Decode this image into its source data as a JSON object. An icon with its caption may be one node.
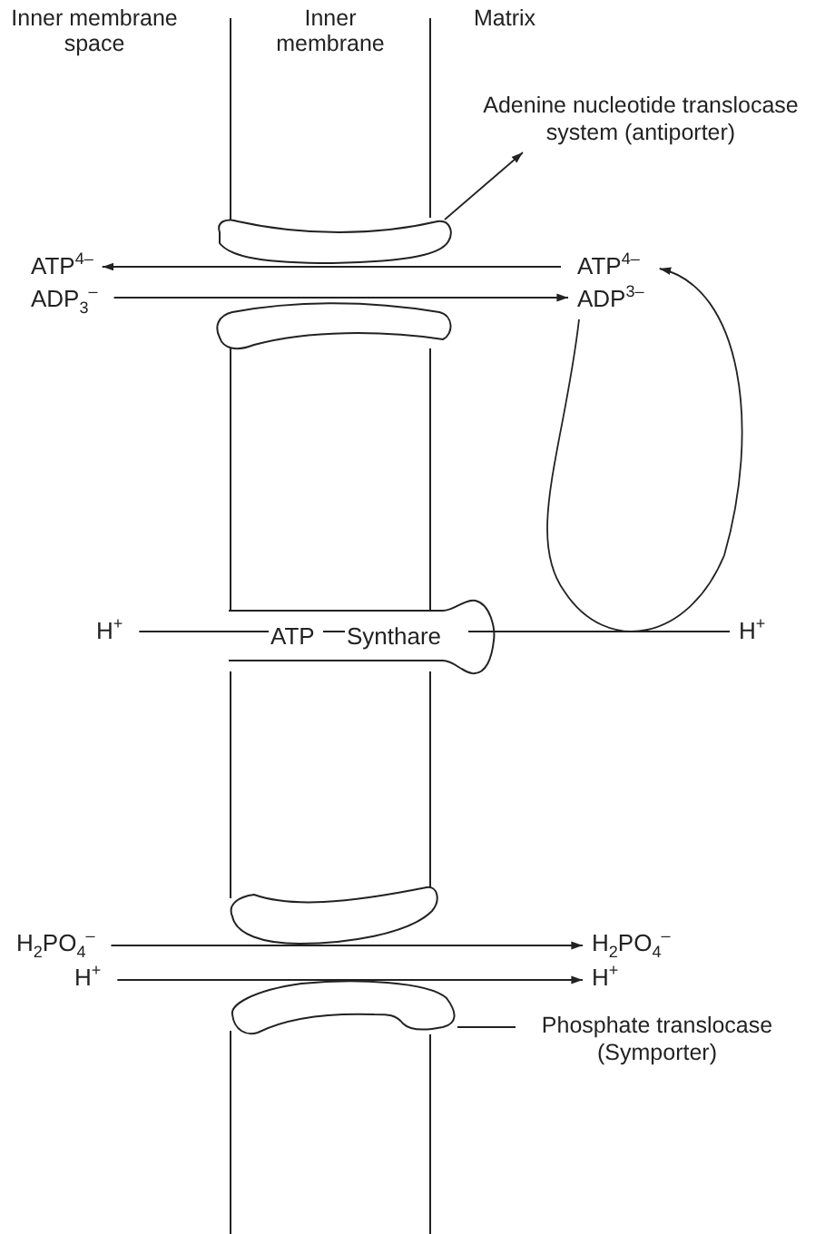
{
  "diagram": {
    "nodes": [
      {
        "text": [
          "ATP$^{4–}$"
        ]
      },
      {
        "text": [
          "ADP$_{3}$$^{–}$"
        ]
      },
      {
        "text": [
          "ATP$^{4–}$"
        ]
      },
      {
        "text": [
          "ADP$^{3–}$"
        ]
      },
      {
        "text": [],
        "shape": "crescent"
      },
      {
        "text": [
          "Adenine nucleotide translocase system (antiporter)"
        ]
      },
      {
        "text": [
          "H$^{+}$"
        ]
      },
      {
        "text": [
          "H$^{+}$"
        ]
      },
      {
        "text": [
          "ATP",
          "Synthare"
        ]
      },
      {
        "text": [
          "H$_{2}$PO$_{4}$$^{–}$"
        ]
      },
      {
        "text": [
          "H$_{2}$PO$_{4}$$^{–}$"
        ]
      },
      {
        "text": [
          "H$^{+}$"
        ]
      },
      {
        "text": [
          "H$^{+}$"
        ]
      },
      {
        "text": [],
        "shape": "crescent"
      },
      {
        "text": [
          "Phosphate translocase (Symporter)"
        ]
      }
    ],
    "edges": [
      {
        "from": 2,
        "to": 0,
        "arrow": "to"
      },
      {
        "from": 1,
        "to": 3,
        "arrow": "to"
      },
      {
        "from": 4,
        "to": 5,
        "arrow": "to"
      },
      {
        "from": 6,
        "to": 8,
        "arrow": "none"
      },
      {
        "from": 8,
        "to": 7,
        "arrow": "none"
      },
      {
        "from": 3,
        "to": 2,
        "arrow": "to"
      },
      {
        "from": 9,
        "to": 10,
        "arrow": "to"
      },
      {
        "from": 11,
        "to": 12,
        "arrow": "to"
      },
      {
        "from": 13,
        "to": 14,
        "arrow": "none"
      }
    ],
    "labels": [
      "Inner membrane space",
      "Inner membrane",
      "Matrix"
    ]
  }
}
